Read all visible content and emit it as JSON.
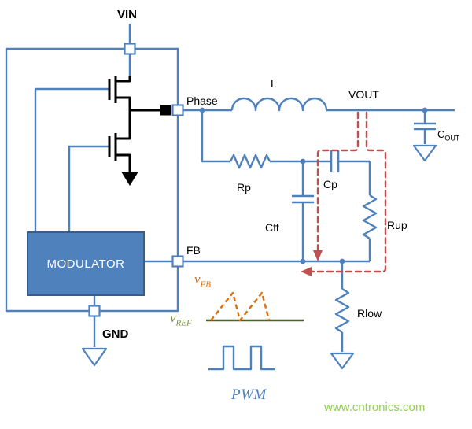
{
  "colors": {
    "wire": "#4f81bd",
    "device": "#000000",
    "feedback": "#c0504d",
    "vfb": "#e36c09",
    "vref_line": "#4f6228",
    "vref_text": "#77933c",
    "watermark": "#92d050",
    "modulator_fill": "#4f81bd",
    "modulator_border": "#385d8a",
    "modulator_text": "#ffffff",
    "label": "#000000"
  },
  "schematic": {
    "labels": {
      "vin": "VIN",
      "gnd": "GND",
      "phase": "Phase",
      "vout": "VOUT",
      "fb": "FB",
      "inductor": "L",
      "cout_main": "C",
      "cout_sub": "OUT",
      "rp": "Rp",
      "cp": "Cp",
      "cff": "Cff",
      "rup": "Rup",
      "rlow": "Rlow",
      "modulator": "MODULATOR",
      "vfb_main": "v",
      "vfb_sub": "FB",
      "vref_main": "v",
      "vref_sub": "REF",
      "pwm": "PWM"
    },
    "watermark": "www.cntronics.com"
  }
}
